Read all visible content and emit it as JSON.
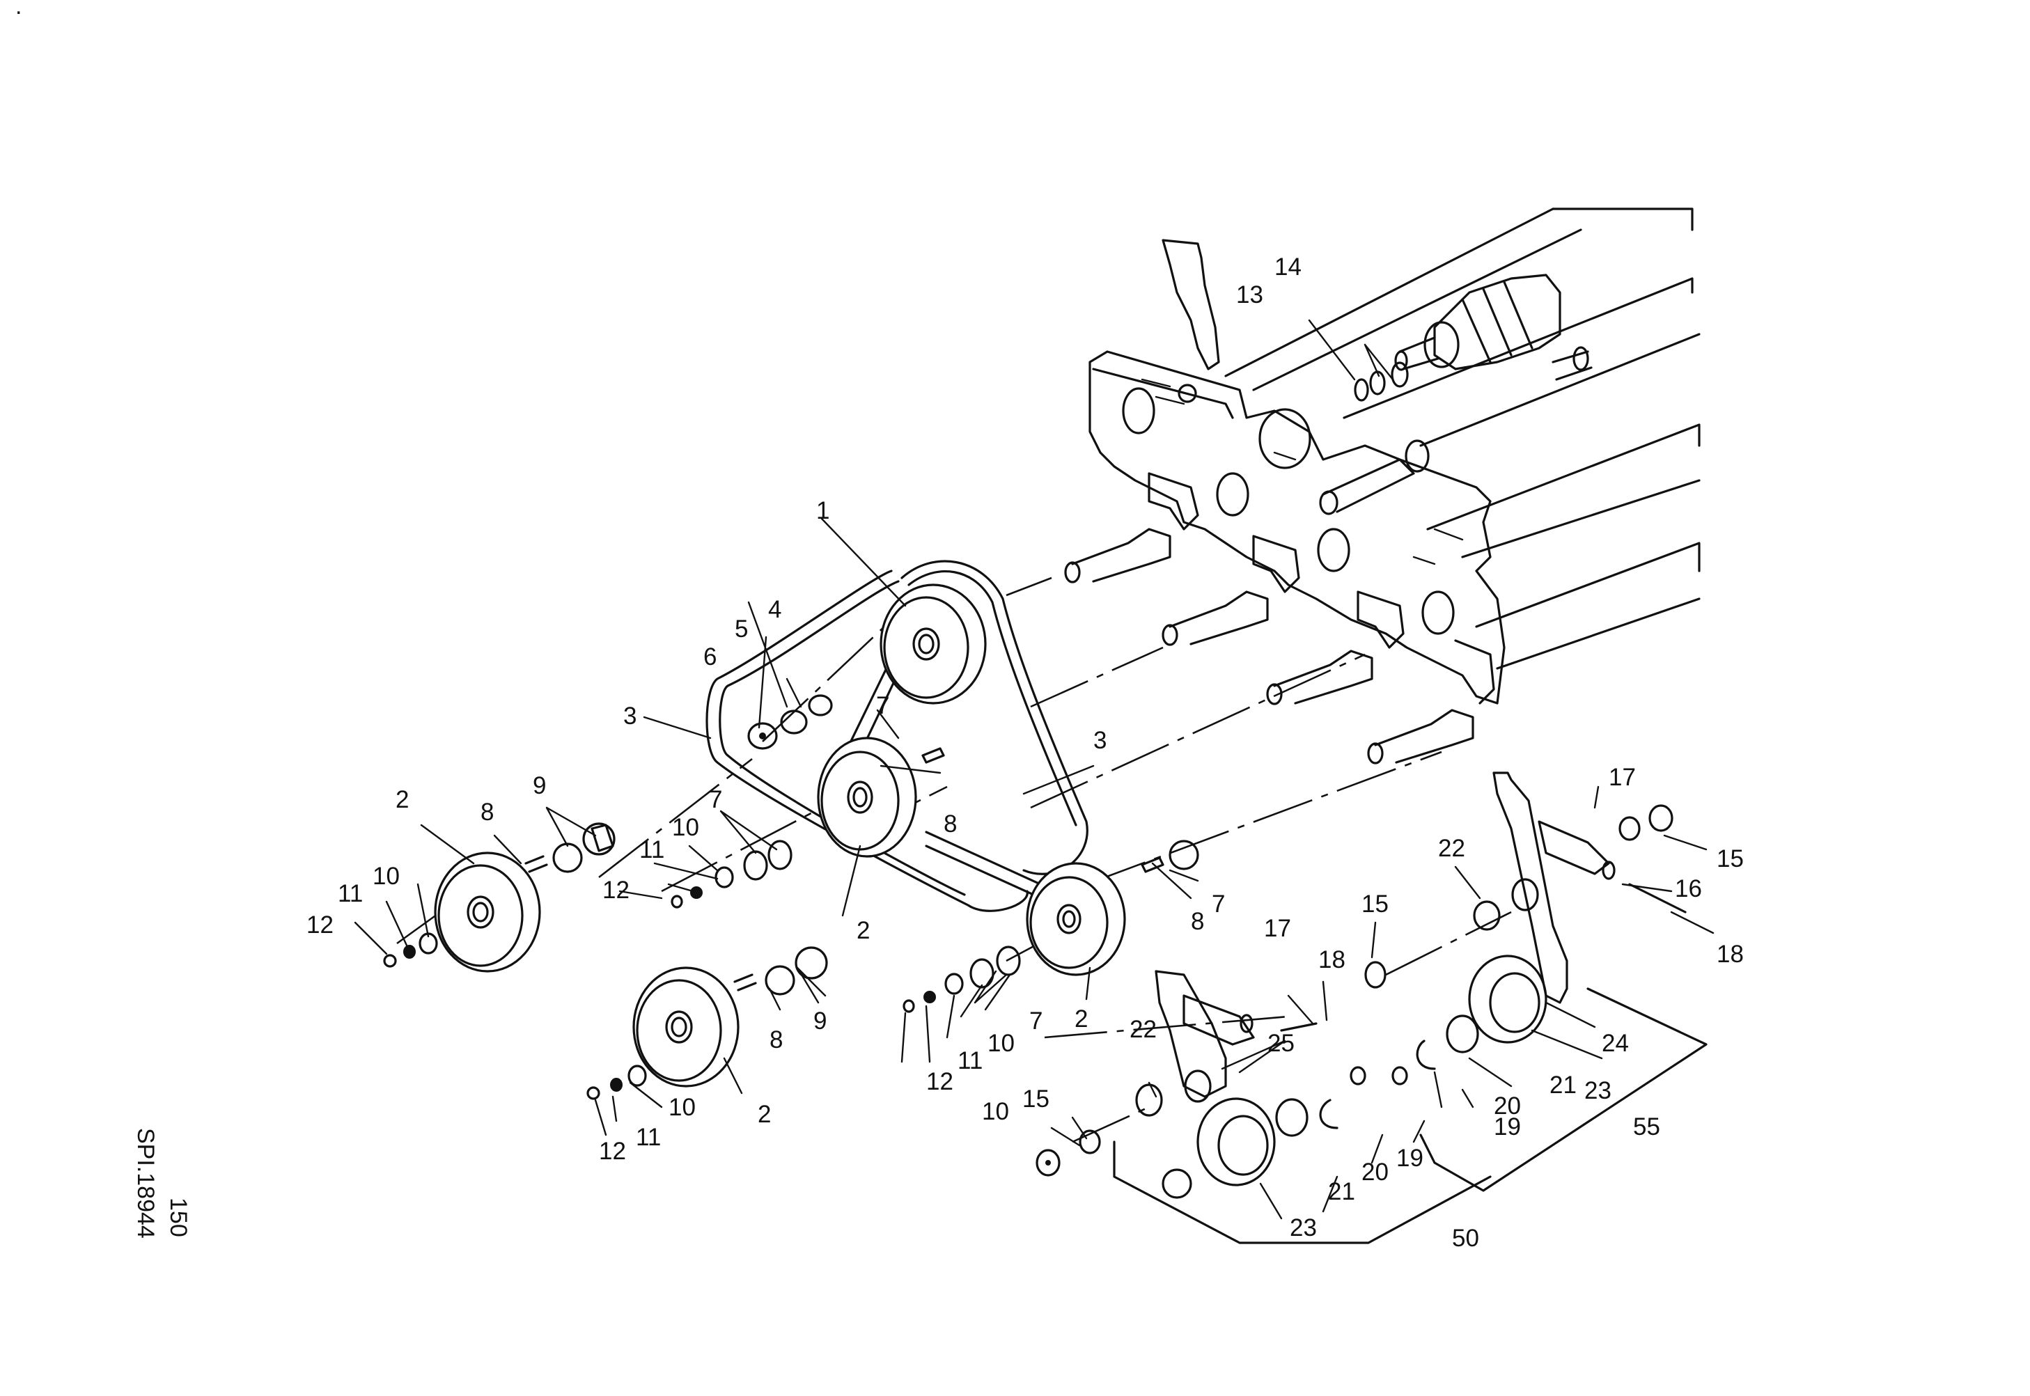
{
  "drawing": {
    "reference": "SPI.18944",
    "page_number": "150",
    "corner_mark": "."
  },
  "labels": [
    "1",
    "2",
    "2",
    "2",
    "2",
    "2",
    "3",
    "3",
    "4",
    "5",
    "6",
    "7",
    "7",
    "7",
    "7",
    "8",
    "8",
    "8",
    "8",
    "9",
    "9",
    "10",
    "10",
    "10",
    "10",
    "10",
    "11",
    "11",
    "11",
    "11",
    "12",
    "12",
    "12",
    "12",
    "12",
    "13",
    "14",
    "15",
    "15",
    "15",
    "16",
    "17",
    "17",
    "18",
    "18",
    "19",
    "19",
    "20",
    "20",
    "21",
    "21",
    "22",
    "22",
    "23",
    "23",
    "24",
    "25",
    "50",
    "55"
  ]
}
